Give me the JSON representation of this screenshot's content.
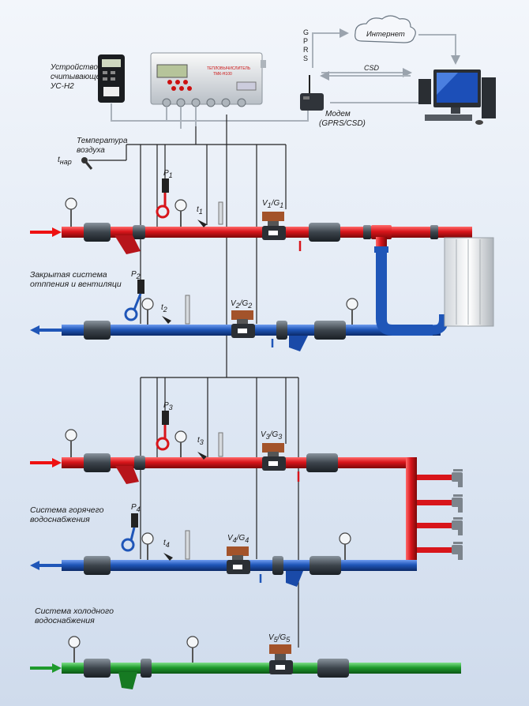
{
  "devices": {
    "reader_label_1": "Устройство",
    "reader_label_2": "считывающее",
    "reader_label_3": "УС-Н2",
    "calculator_title": "ТЕПЛОВЫЧИСЛИТЕЛЬ",
    "calculator_model": "ТМК-Н100",
    "modem_label_1": "Модем",
    "modem_label_2": "(GPRS/CSD)",
    "internet_label": "Интернет",
    "gprs_label": "GPRS",
    "csd_label": "CSD"
  },
  "air": {
    "label_1": "Температура",
    "label_2": "воздуха",
    "sensor": "t",
    "sensor_sub": "нар"
  },
  "heating": {
    "label_1": "Закрытая система",
    "label_2": "отппения и вентиляци",
    "P1": "P",
    "P1s": "1",
    "t1": "t",
    "t1s": "1",
    "V1": "V",
    "V1a": "1",
    "G1": "/G",
    "G1a": "1",
    "P2": "P",
    "P2s": "2",
    "t2": "t",
    "t2s": "2",
    "V2": "V",
    "V2a": "2",
    "G2": "/G",
    "G2a": "2"
  },
  "hot_water": {
    "label_1": "Система горячего",
    "label_2": "водоснабжения",
    "P3": "P",
    "P3s": "3",
    "t3": "t",
    "t3s": "3",
    "V3": "V",
    "V3a": "3",
    "G3": "/G",
    "G3a": "3",
    "P4": "P",
    "P4s": "4",
    "t4": "t",
    "t4s": "4",
    "V4": "V",
    "V4a": "4",
    "G4": "/G",
    "G4a": "4"
  },
  "cold_water": {
    "label_1": "Система холодного",
    "label_2": "водоснабжения",
    "V5": "V",
    "V5a": "5",
    "G5": "/G",
    "G5a": "5"
  },
  "colors": {
    "supply": "#d8151b",
    "return": "#1f56b8",
    "cold": "#1e9a2c",
    "valve": "#3c444c",
    "signal": "#222222"
  }
}
